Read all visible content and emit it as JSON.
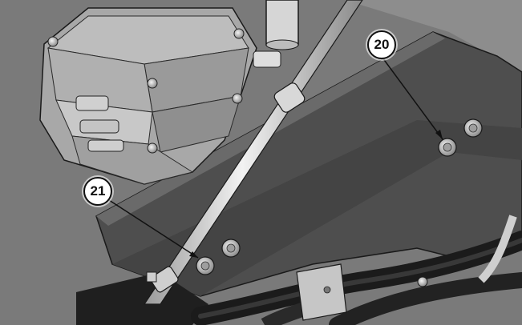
{
  "illustration": {
    "callouts": [
      {
        "id": "20",
        "label": "20"
      },
      {
        "id": "21",
        "label": "21"
      }
    ],
    "colors": {
      "background": "#7b7b7b",
      "panel_dark": "#4f4f4f",
      "metal_light": "#d9d9d9",
      "outline": "#111111"
    }
  }
}
